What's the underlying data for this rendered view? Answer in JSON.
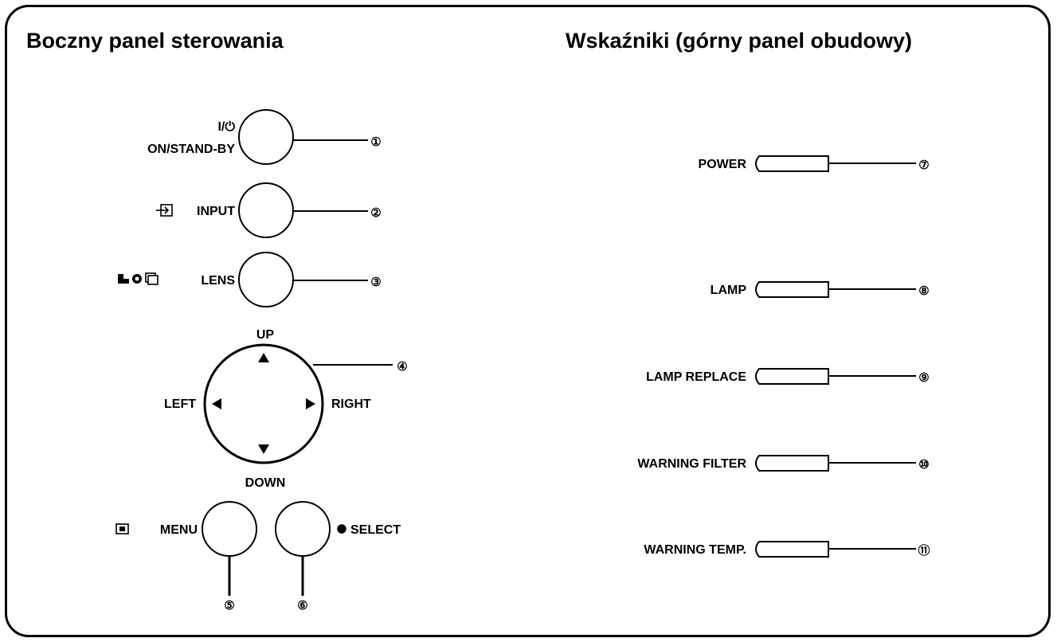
{
  "titles": {
    "side_panel": "Boczny panel sterowania",
    "indicators": "Wskaźniki (górny panel obudowy)"
  },
  "side_buttons": {
    "power_symbol": "I/⏻",
    "on_standby": "ON/STAND-BY",
    "input": "INPUT",
    "lens": "LENS",
    "up": "UP",
    "down": "DOWN",
    "left": "LEFT",
    "right": "RIGHT",
    "menu": "MENU",
    "select": "SELECT"
  },
  "indicators": {
    "power": "POWER",
    "lamp": "LAMP",
    "lamp_replace": "LAMP REPLACE",
    "warning_filter": "WARNING FILTER",
    "warning_temp": "WARNING TEMP."
  },
  "callouts": {
    "c1": "①",
    "c2": "②",
    "c3": "③",
    "c4": "④",
    "c5": "⑤",
    "c6": "⑥",
    "c7": "⑦",
    "c8": "⑧",
    "c9": "⑨",
    "c10": "⑩",
    "c11": "⑪"
  }
}
